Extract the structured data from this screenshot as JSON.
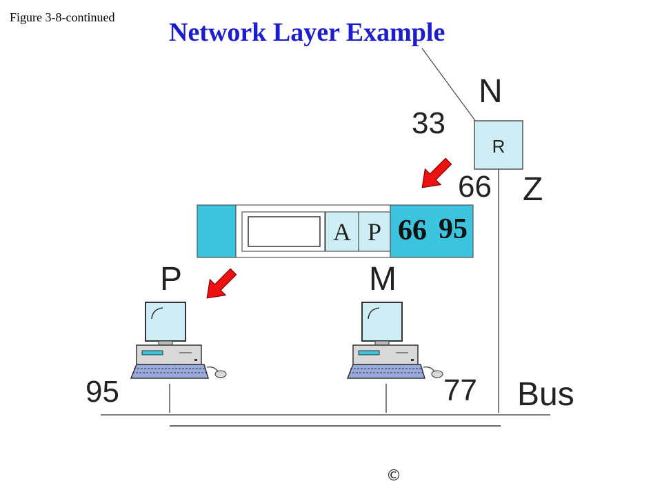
{
  "figure_caption": "Figure 3-8-continued",
  "title": "Network Layer Example",
  "router": {
    "network_label": "N",
    "box_label": "R",
    "address_n": "33",
    "address_z": "66",
    "network_z_label": "Z"
  },
  "packet": {
    "field_a": "A",
    "field_p": "P",
    "dest_address": "66",
    "src_address": "95"
  },
  "hosts": [
    {
      "name": "P",
      "address": "95"
    },
    {
      "name": "M",
      "address": "77"
    }
  ],
  "bus_label": "Bus",
  "copyright_symbol": "©",
  "colors": {
    "title": "#1d1dcc",
    "packet_fill": "#3cc3dd",
    "packet_light": "#cdeef5",
    "router_fill": "#cdeef5",
    "arrow_red": "#ee1111"
  }
}
